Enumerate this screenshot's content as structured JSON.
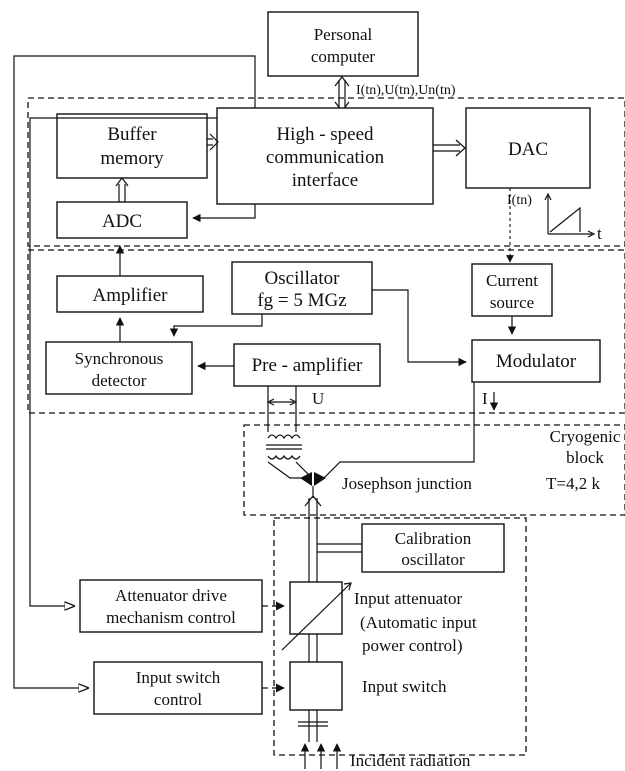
{
  "blocks": {
    "pc": [
      "Personal",
      "computer"
    ],
    "pc_bus_label": "I(tn),U(tn),Un(tn)",
    "buffer": [
      "Buffer",
      "memory"
    ],
    "interface": [
      "High - speed",
      "communication",
      "interface"
    ],
    "dac": "DAC",
    "adc": "ADC",
    "dac_out_label": "I(tn)",
    "dac_axis_label": "t",
    "amplifier": "Amplifier",
    "oscillator": [
      "Oscillator",
      "fg = 5 MGz"
    ],
    "current_source": [
      "Current",
      "source"
    ],
    "sync_detector": [
      "Synchronous",
      "detector"
    ],
    "preamp": "Pre - amplifier",
    "modulator": "Modulator",
    "u_label": "U",
    "i_label": "I",
    "cryo": [
      "Cryogenic",
      "block",
      "T=4,2 k"
    ],
    "junction": "Josephson junction",
    "calibration": [
      "Calibration",
      "oscillator"
    ],
    "atten_drive": [
      "Attenuator drive",
      "mechanism control"
    ],
    "input_atten": [
      "Input attenuator",
      "(Automatic input",
      "power control)"
    ],
    "switch_control": [
      "Input switch",
      "control"
    ],
    "input_switch": "Input switch",
    "incident": "Incident radiation"
  },
  "colors": {
    "ink": "#111111",
    "background": "#ffffff"
  }
}
